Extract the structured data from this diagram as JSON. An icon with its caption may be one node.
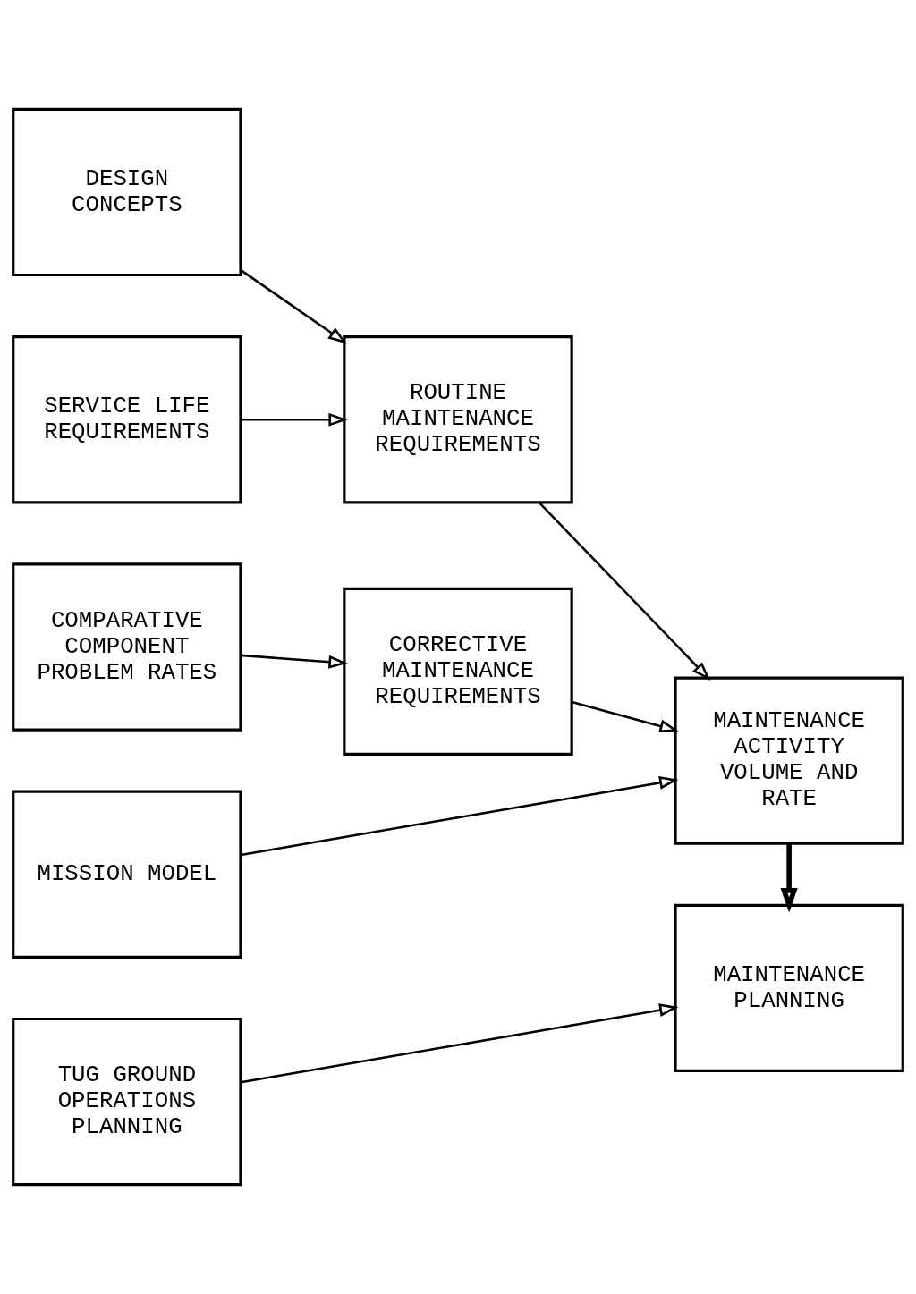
{
  "diagram": {
    "nodes": [
      {
        "text": [
          "DESIGN CONCEPTS"
        ]
      },
      {
        "text": [
          "SERVICE LIFE REQUIREMENTS"
        ]
      },
      {
        "text": [
          "ROUTINE MAINTENANCE REQUIREMENTS"
        ]
      },
      {
        "text": [
          "COMPARATIVE COMPONENT PROBLEM RATES"
        ]
      },
      {
        "text": [
          "CORRECTIVE MAINTENANCE REQUIREMENTS"
        ]
      },
      {
        "text": [
          "MISSION MODEL"
        ]
      },
      {
        "text": [
          "MAINTENANCE ACTIVITY VOLUME AND RATE"
        ]
      },
      {
        "text": [
          "TUG GROUND OPERATIONS PLANNING"
        ]
      },
      {
        "text": [
          "MAINTENANCE PLANNING"
        ]
      }
    ],
    "edges": [
      {
        "from": 0,
        "to": 2,
        "arrow": "to"
      },
      {
        "from": 1,
        "to": 2,
        "arrow": "to"
      },
      {
        "from": 3,
        "to": 4,
        "arrow": "to"
      },
      {
        "from": 2,
        "to": 6,
        "arrow": "to"
      },
      {
        "from": 4,
        "to": 6,
        "arrow": "to"
      },
      {
        "from": 5,
        "to": 6,
        "arrow": "to"
      },
      {
        "from": 6,
        "to": 8,
        "arrow": "to",
        "style": "thick"
      },
      {
        "from": 7,
        "to": 8,
        "arrow": "to"
      }
    ]
  }
}
